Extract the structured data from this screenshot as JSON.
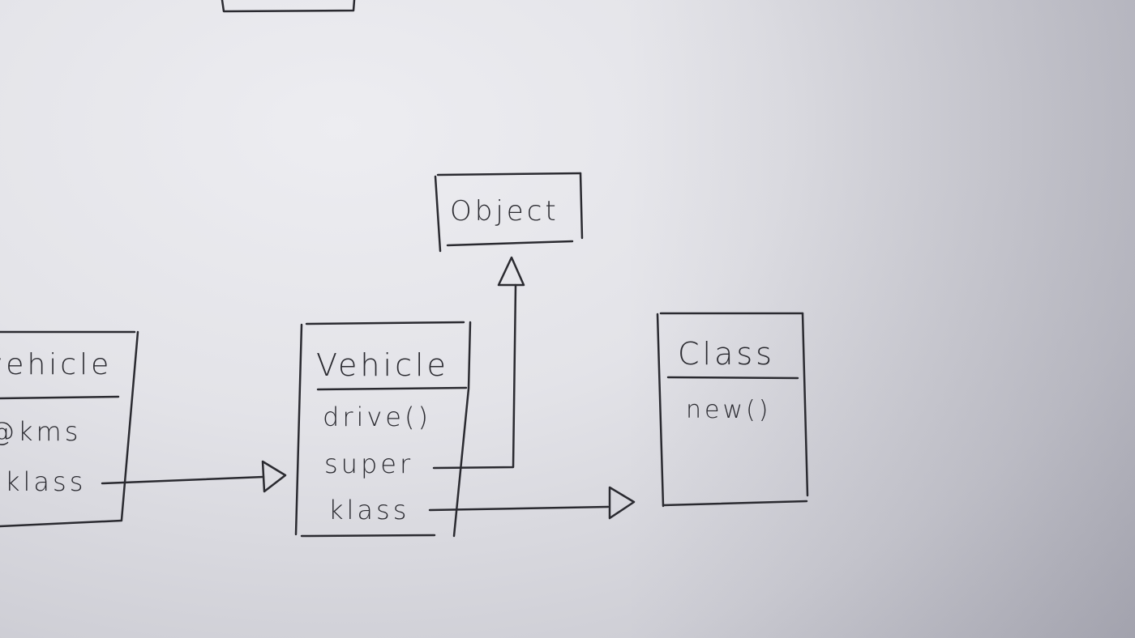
{
  "diagram": {
    "object_box": {
      "title": "Object"
    },
    "class_box": {
      "title": "Class",
      "methods": [
        "new()"
      ]
    },
    "vehicle_box": {
      "title": "Vehicle",
      "members": [
        "drive()",
        "super",
        "klass"
      ]
    },
    "instance_box": {
      "title": "vehicle",
      "members": [
        "@kms",
        "klass"
      ]
    }
  }
}
